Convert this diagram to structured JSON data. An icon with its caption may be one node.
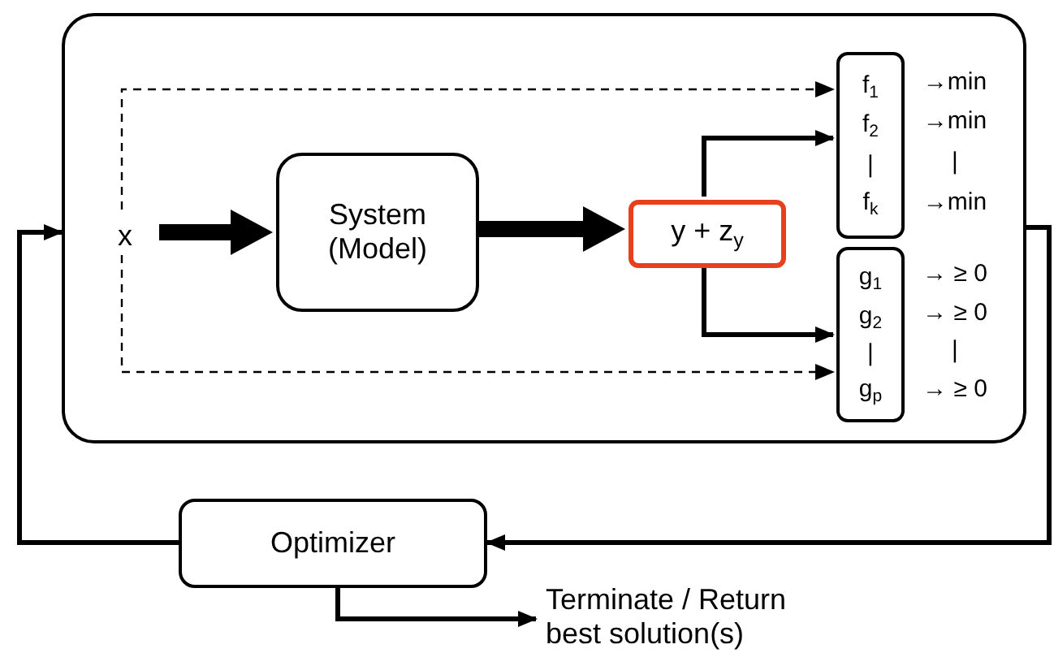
{
  "diagram": {
    "nodes": [
      {
        "text": [],
        "shape": "box"
      },
      {
        "text": [
          "x"
        ],
        "in": 0
      },
      {
        "text": [
          "System (Model)"
        ],
        "in": 0
      },
      {
        "text": [
          "y + z$_{y}$"
        ],
        "in": 0
      },
      {
        "text": [
          "f$_{1}$",
          "f$_{2}$",
          "|",
          "f$_{k}$"
        ],
        "in": 0,
        "beside": [
          "→min",
          "→min",
          "|",
          "→min"
        ]
      },
      {
        "text": [
          "g$_{1}$",
          "g$_{2}$",
          "|",
          "g$_{p}$"
        ],
        "in": 0,
        "beside": [
          "→ ≥ 0",
          "→ ≥ 0",
          "|",
          "→ ≥ 0"
        ]
      },
      {
        "text": [
          "Optimizer"
        ]
      },
      {
        "text": [
          "Terminate / Return best solution(s)"
        ]
      }
    ],
    "edges": [
      {
        "from": 1,
        "to": 2,
        "arrow": "to",
        "style": "thick"
      },
      {
        "from": 2,
        "to": 3,
        "arrow": "to",
        "style": "thick"
      },
      {
        "from": 3,
        "to": 4,
        "arrow": "to"
      },
      {
        "from": 3,
        "to": 5,
        "arrow": "to"
      },
      {
        "from": 1,
        "to": 4,
        "arrow": "to",
        "style": "dashed"
      },
      {
        "from": 1,
        "to": 5,
        "arrow": "to",
        "style": "dashed"
      },
      {
        "from": 0,
        "to": 6,
        "arrow": "to"
      },
      {
        "from": 6,
        "to": 0,
        "arrow": "to"
      },
      {
        "from": 6,
        "to": 7,
        "arrow": "to"
      }
    ]
  }
}
